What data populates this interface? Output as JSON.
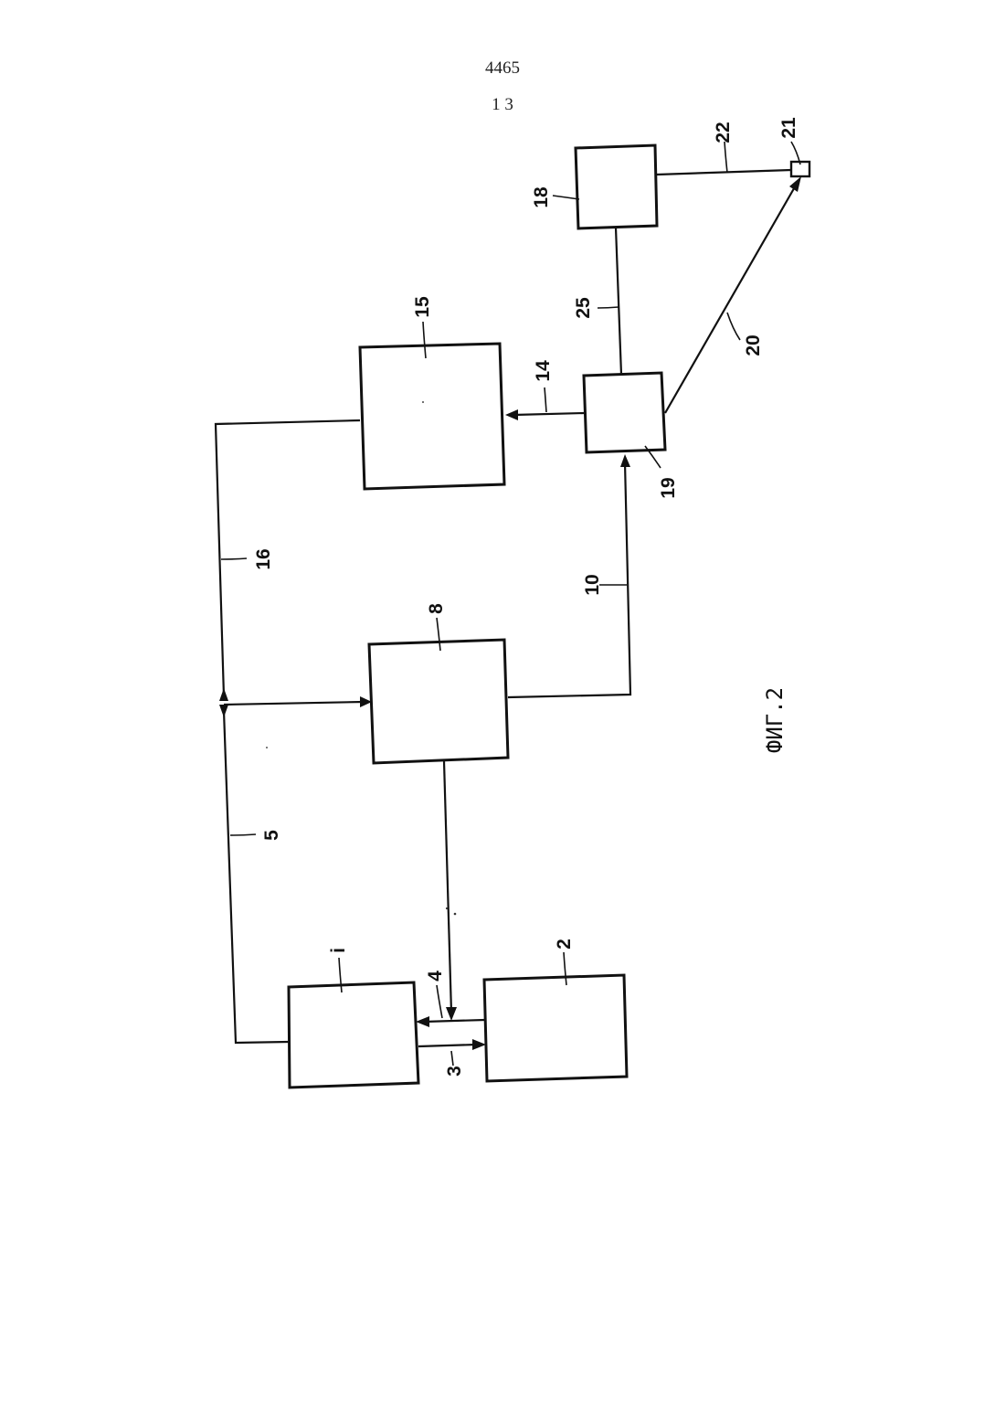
{
  "header": {
    "doc_number": "4465",
    "page_number": "1 3"
  },
  "diagram": {
    "figure_caption": "ФИГ.2",
    "blocks": {
      "b1": "i",
      "b2": "2",
      "b8": "8",
      "b15": "15",
      "b18": "18",
      "b19": "19",
      "b21": "21"
    },
    "connections": {
      "c3": "3",
      "c4": "4",
      "c5": "5",
      "c10": "10",
      "c14": "14",
      "c16": "16",
      "c20": "20",
      "c22": "22",
      "c25": "25"
    }
  }
}
